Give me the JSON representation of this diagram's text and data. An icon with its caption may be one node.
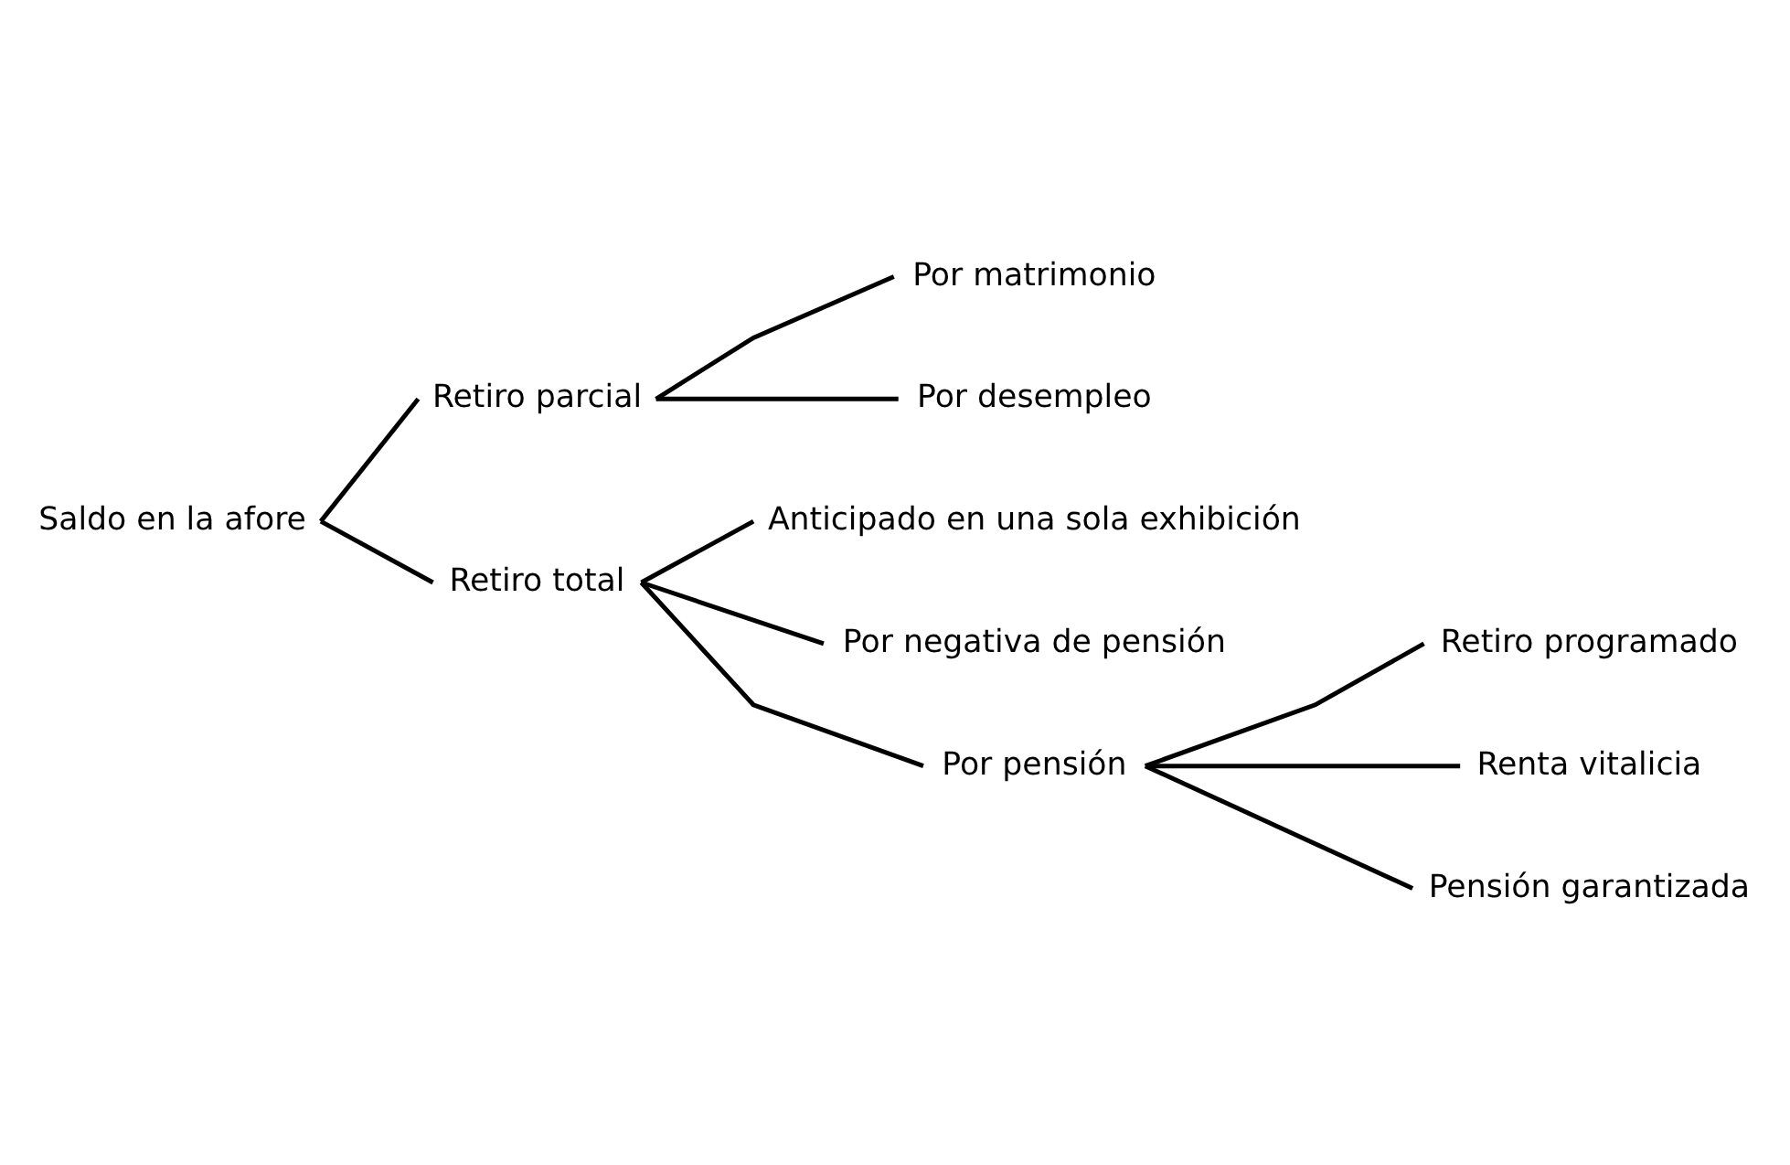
{
  "diagram": {
    "nodes": [
      {
        "text": [
          "Saldo en la afore"
        ]
      },
      {
        "text": [
          "Retiro parcial"
        ]
      },
      {
        "text": [
          "Por matrimonio"
        ]
      },
      {
        "text": [
          "Por desempleo"
        ]
      },
      {
        "text": [
          "Retiro total"
        ]
      },
      {
        "text": [
          "Anticipado en una sola exhibición"
        ]
      },
      {
        "text": [
          "Por negativa de pensión"
        ]
      },
      {
        "text": [
          "Por pensión"
        ]
      },
      {
        "text": [
          "Retiro programado"
        ]
      },
      {
        "text": [
          "Renta vitalicia"
        ]
      },
      {
        "text": [
          "Pensión garantizada"
        ]
      }
    ],
    "edges": [
      {
        "from": 0,
        "to": 1,
        "arrow": "none"
      },
      {
        "from": 0,
        "to": 4,
        "arrow": "none"
      },
      {
        "from": 1,
        "to": 2,
        "arrow": "none"
      },
      {
        "from": 1,
        "to": 3,
        "arrow": "none"
      },
      {
        "from": 4,
        "to": 5,
        "arrow": "none"
      },
      {
        "from": 4,
        "to": 6,
        "arrow": "none"
      },
      {
        "from": 4,
        "to": 7,
        "arrow": "none"
      },
      {
        "from": 7,
        "to": 8,
        "arrow": "none"
      },
      {
        "from": 7,
        "to": 9,
        "arrow": "none"
      },
      {
        "from": 7,
        "to": 10,
        "arrow": "none"
      }
    ]
  }
}
